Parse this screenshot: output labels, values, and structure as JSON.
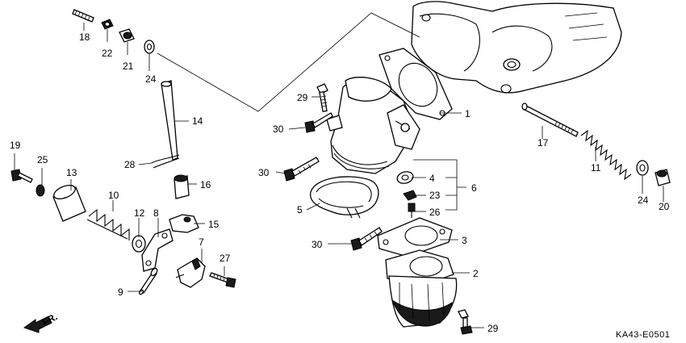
{
  "diagram": {
    "code": "KA43-E0501",
    "direction_label": "FR.",
    "callouts": [
      {
        "id": "c1",
        "label": "1"
      },
      {
        "id": "c2",
        "label": "2"
      },
      {
        "id": "c3",
        "label": "3"
      },
      {
        "id": "c4",
        "label": "4"
      },
      {
        "id": "c5",
        "label": "5"
      },
      {
        "id": "c6",
        "label": "6"
      },
      {
        "id": "c7",
        "label": "7"
      },
      {
        "id": "c8",
        "label": "8"
      },
      {
        "id": "c9",
        "label": "9"
      },
      {
        "id": "c10",
        "label": "10"
      },
      {
        "id": "c11",
        "label": "11"
      },
      {
        "id": "c12",
        "label": "12"
      },
      {
        "id": "c13",
        "label": "13"
      },
      {
        "id": "c14",
        "label": "14"
      },
      {
        "id": "c15",
        "label": "15"
      },
      {
        "id": "c16",
        "label": "16"
      },
      {
        "id": "c17",
        "label": "17"
      },
      {
        "id": "c18",
        "label": "18"
      },
      {
        "id": "c19",
        "label": "19"
      },
      {
        "id": "c20",
        "label": "20"
      },
      {
        "id": "c21",
        "label": "21"
      },
      {
        "id": "c22",
        "label": "22"
      },
      {
        "id": "c23",
        "label": "23"
      },
      {
        "id": "c24a",
        "label": "24"
      },
      {
        "id": "c24b",
        "label": "24"
      },
      {
        "id": "c25",
        "label": "25"
      },
      {
        "id": "c26",
        "label": "26"
      },
      {
        "id": "c27",
        "label": "27"
      },
      {
        "id": "c28",
        "label": "28"
      },
      {
        "id": "c29a",
        "label": "29"
      },
      {
        "id": "c29b",
        "label": "29"
      },
      {
        "id": "c30a",
        "label": "30"
      },
      {
        "id": "c30b",
        "label": "30"
      },
      {
        "id": "c30c",
        "label": "30"
      }
    ]
  }
}
